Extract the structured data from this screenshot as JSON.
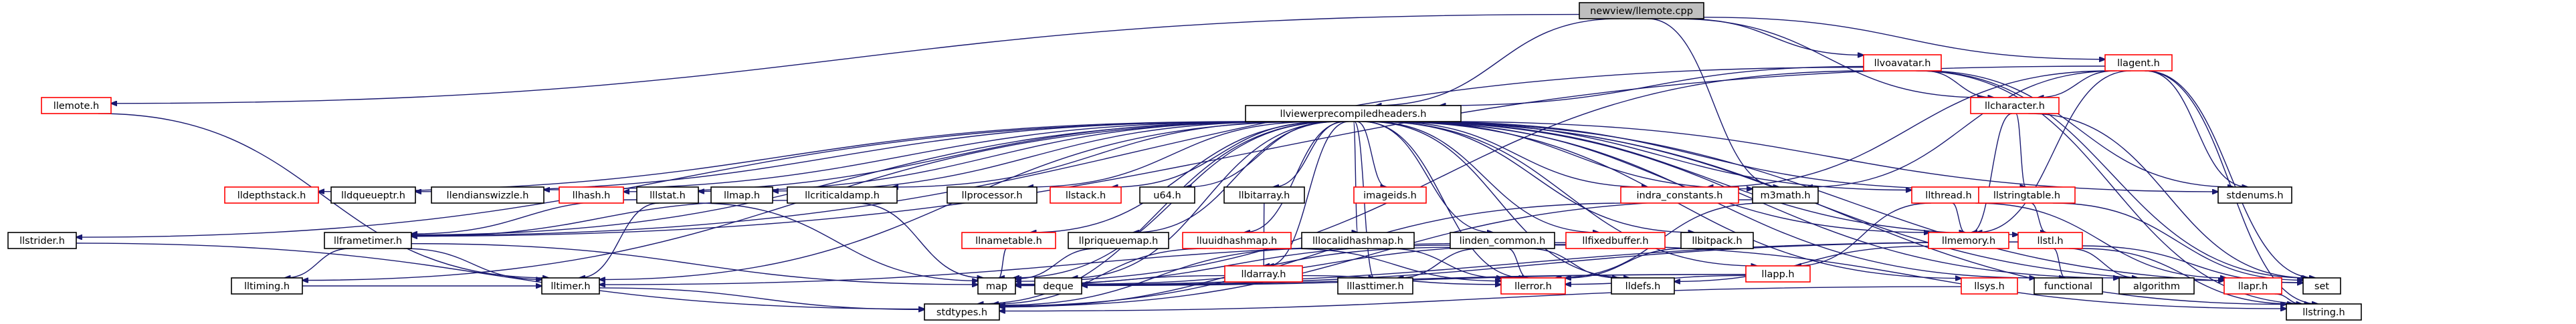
{
  "diagram": {
    "colors": {
      "root_fill": "#bfbfbf",
      "node_fill": "#ffffff",
      "text": "#000000",
      "missing_border": "#ff0000",
      "normal_border": "#000000",
      "edge": "#191970"
    },
    "nodes": {
      "n_root": {
        "label": "newview/llemote.cpp",
        "kind": "root"
      },
      "n_emote": {
        "label": "llemote.h",
        "kind": "missing"
      },
      "n_vovatar": {
        "label": "llvoavatar.h",
        "kind": "missing"
      },
      "n_agent": {
        "label": "llagent.h",
        "kind": "missing"
      },
      "n_vph": {
        "label": "llviewerprecompiledheaders.h",
        "kind": "normal"
      },
      "n_character": {
        "label": "llcharacter.h",
        "kind": "missing"
      },
      "n_stdenums": {
        "label": "stdenums.h",
        "kind": "normal"
      },
      "n_indra": {
        "label": "indra_constants.h",
        "kind": "missing"
      },
      "n_m3math": {
        "label": "m3math.h",
        "kind": "normal"
      },
      "n_thread": {
        "label": "llthread.h",
        "kind": "missing"
      },
      "n_stringtable": {
        "label": "llstringtable.h",
        "kind": "missing"
      },
      "n_depthstack": {
        "label": "lldepthstack.h",
        "kind": "missing"
      },
      "n_dequeptr": {
        "label": "lldqueueptr.h",
        "kind": "normal"
      },
      "n_endian": {
        "label": "llendianswizzle.h",
        "kind": "normal"
      },
      "n_hash": {
        "label": "llhash.h",
        "kind": "missing"
      },
      "n_lstat": {
        "label": "lllstat.h",
        "kind": "normal"
      },
      "n_llmap": {
        "label": "llmap.h",
        "kind": "normal"
      },
      "n_critical": {
        "label": "llcriticaldamp.h",
        "kind": "normal"
      },
      "n_processor": {
        "label": "llprocessor.h",
        "kind": "normal"
      },
      "n_llstack": {
        "label": "llstack.h",
        "kind": "missing"
      },
      "n_u64": {
        "label": "u64.h",
        "kind": "normal"
      },
      "n_bitarray": {
        "label": "llbitarray.h",
        "kind": "normal"
      },
      "n_imageids": {
        "label": "imageids.h",
        "kind": "missing"
      },
      "n_strider": {
        "label": "llstrider.h",
        "kind": "normal"
      },
      "n_frametimer": {
        "label": "llframetimer.h",
        "kind": "normal"
      },
      "n_timing": {
        "label": "lltiming.h",
        "kind": "normal"
      },
      "n_timer": {
        "label": "lltimer.h",
        "kind": "normal"
      },
      "n_stdtypes": {
        "label": "stdtypes.h",
        "kind": "normal"
      },
      "n_nametable": {
        "label": "llnametable.h",
        "kind": "missing"
      },
      "n_priqueue": {
        "label": "llpriqueuemap.h",
        "kind": "normal"
      },
      "n_uuidhash": {
        "label": "lluuidhashmap.h",
        "kind": "missing"
      },
      "n_darray": {
        "label": "lldarray.h",
        "kind": "missing"
      },
      "n_localhash": {
        "label": "lllocalidhashmap.h",
        "kind": "normal"
      },
      "n_lastimer": {
        "label": "lllasttimer.h",
        "kind": "normal"
      },
      "n_lindencommon": {
        "label": "linden_common.h",
        "kind": "normal"
      },
      "n_fixedbuffer": {
        "label": "llfixedbuffer.h",
        "kind": "missing"
      },
      "n_bitpack": {
        "label": "llbitpack.h",
        "kind": "normal"
      },
      "n_app": {
        "label": "llapp.h",
        "kind": "missing"
      },
      "n_memory": {
        "label": "llmemory.h",
        "kind": "missing"
      },
      "n_stl": {
        "label": "llstl.h",
        "kind": "missing"
      },
      "n_map": {
        "label": "map",
        "kind": "normal"
      },
      "n_deque": {
        "label": "deque",
        "kind": "normal"
      },
      "n_llerror": {
        "label": "llerror.h",
        "kind": "missing"
      },
      "n_lldefs": {
        "label": "lldefs.h",
        "kind": "normal"
      },
      "n_llsys": {
        "label": "llsys.h",
        "kind": "missing"
      },
      "n_functional": {
        "label": "functional",
        "kind": "normal"
      },
      "n_algorithm": {
        "label": "algorithm",
        "kind": "normal"
      },
      "n_apr": {
        "label": "llapr.h",
        "kind": "missing"
      },
      "n_set": {
        "label": "set",
        "kind": "normal"
      },
      "n_llstring": {
        "label": "llstring.h",
        "kind": "normal"
      }
    }
  }
}
